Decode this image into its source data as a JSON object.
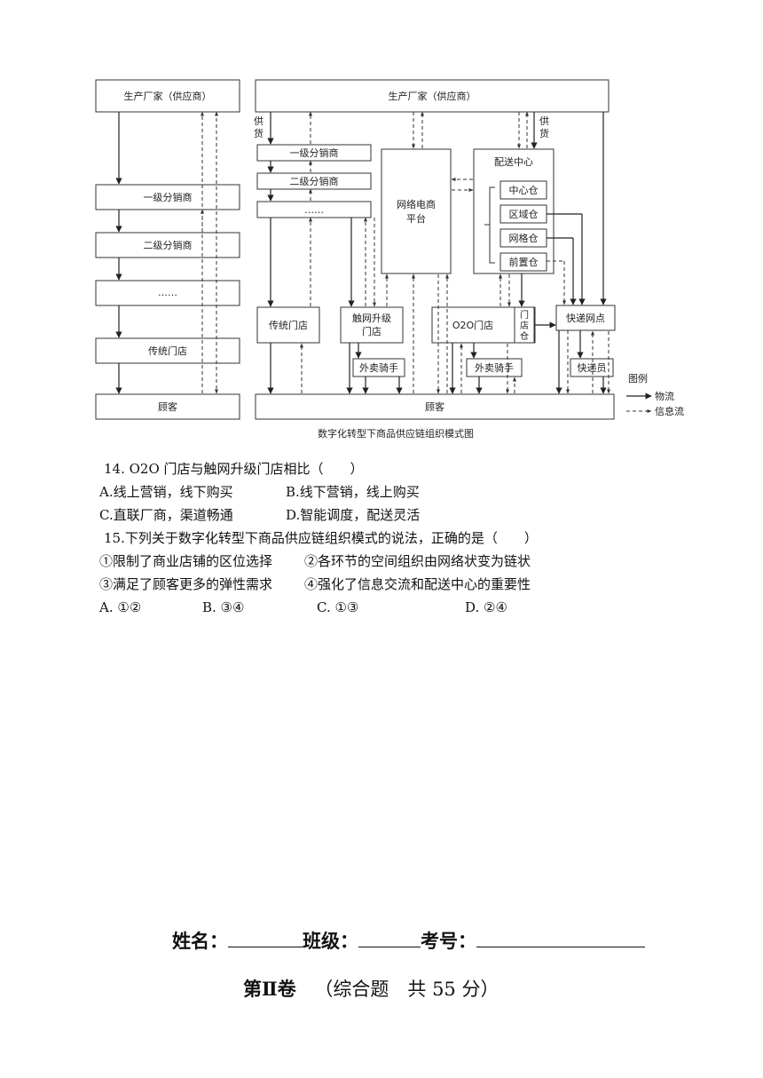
{
  "diagram": {
    "left_panel": {
      "supplier": "生产厂家（供应商）",
      "dist1": "一级分销商",
      "dist2": "二级分销商",
      "ellipsis": "……",
      "store": "传统门店",
      "customer": "顾客"
    },
    "right_panel": {
      "supplier": "生产厂家（供应商）",
      "supply_left": "供货",
      "supply_right": "供货",
      "dist1": "一级分销商",
      "dist2": "二级分销商",
      "ellipsis": "……",
      "platform": [
        "网络电商",
        "平台"
      ],
      "center": "配送中心",
      "wh_center": "中心仓",
      "wh_region": "区域仓",
      "wh_grid": "网格仓",
      "wh_front": "前置仓",
      "trad_store": "传统门店",
      "upgrade_store": [
        "触网升级",
        "门店"
      ],
      "o2o_store": "O2O门店",
      "store_wh": [
        "门",
        "店",
        "仓"
      ],
      "express_point": "快递网点",
      "rider1": "外卖骑手",
      "rider2": "外卖骑手",
      "courier": "快递员",
      "customer": "顾客"
    },
    "legend": {
      "title": "图例",
      "logistics": "物流",
      "info": "信息流"
    },
    "caption": "数字化转型下商品供应链组织模式图"
  },
  "questions": {
    "q14": {
      "stem": "14. O2O 门店与触网升级门店相比（　　）",
      "A": "A.线上营销，线下购买",
      "B": "B.线下营销，线上购买",
      "C": "C.直联厂商，渠道畅通",
      "D": "D.智能调度，配送灵活"
    },
    "q15": {
      "stem": "15.下列关于数字化转型下商品供应链组织模式的说法，正确的是（　　）",
      "s1": "①限制了商业店铺的区位选择",
      "s2": "②各环节的空间组织由网络状变为链状",
      "s3": "③满足了顾客更多的弹性需求",
      "s4": "④强化了信息交流和配送中心的重要性",
      "A": "A. ①②",
      "B": "B. ③④",
      "C": "C. ①③",
      "D": "D. ②④"
    }
  },
  "footer": {
    "name_label": "姓名：",
    "class_label": "班级：",
    "id_label": "考号：",
    "section_title": "第Ⅱ卷",
    "section_note": "（综合题　共 55 分）"
  }
}
